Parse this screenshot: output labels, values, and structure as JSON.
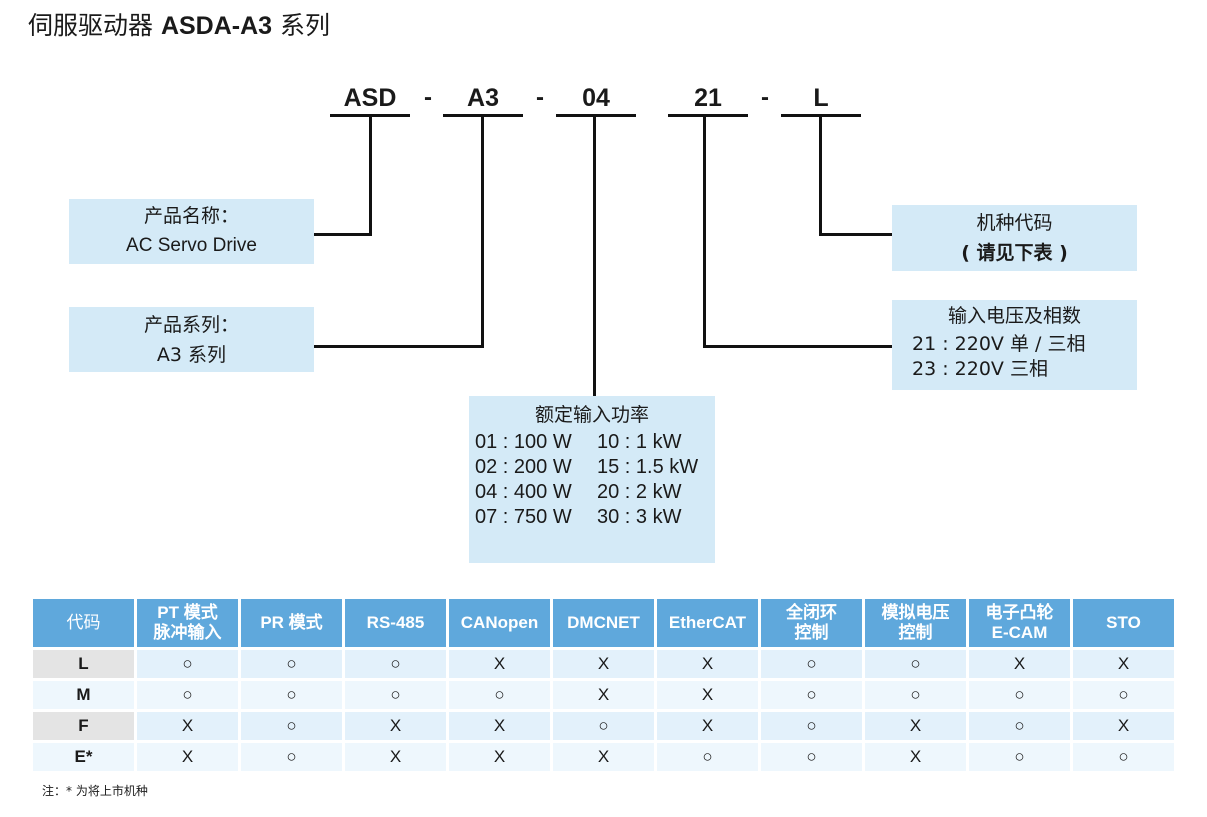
{
  "title": {
    "prefix": "伺服驱动器 ",
    "bold": "ASDA-A3",
    "suffix": " 系列"
  },
  "model_code": {
    "seg1": "ASD",
    "dash": "-",
    "seg2": "A3",
    "seg3": "04",
    "seg4": "21",
    "seg5": "L"
  },
  "product_name": {
    "line1": "产品名称：",
    "line2": "AC Servo Drive"
  },
  "product_series": {
    "line1": "产品系列：",
    "line2": "A3 系列"
  },
  "model_type": {
    "line1": "机种代码",
    "line2": "( 请见下表 )"
  },
  "voltage": {
    "line1": "输入电压及相数",
    "line2": "21 : 220V 单 / 三相",
    "line3": "23 : 220V 三相"
  },
  "rated_power": {
    "header": "额定输入功率",
    "rows": [
      [
        "01 : 100 W",
        "10 : 1 kW"
      ],
      [
        "02 : 200 W",
        "15 : 1.5 kW"
      ],
      [
        "04 : 400 W",
        "20 : 2 kW"
      ],
      [
        "07 : 750 W",
        "30 : 3 kW"
      ]
    ]
  },
  "feature_table": {
    "headers": [
      [
        "代码"
      ],
      [
        "PT 模式",
        "脉冲输入"
      ],
      [
        "PR 模式"
      ],
      [
        "RS-485"
      ],
      [
        "CANopen"
      ],
      [
        "DMCNET"
      ],
      [
        "EtherCAT"
      ],
      [
        "全闭环",
        "控制"
      ],
      [
        "模拟电压",
        "控制"
      ],
      [
        "电子凸轮",
        "E-CAM"
      ],
      [
        "STO"
      ]
    ],
    "rows": [
      [
        "L",
        "○",
        "○",
        "○",
        "X",
        "X",
        "X",
        "○",
        "○",
        "X",
        "X"
      ],
      [
        "M",
        "○",
        "○",
        "○",
        "○",
        "X",
        "X",
        "○",
        "○",
        "○",
        "○"
      ],
      [
        "F",
        "X",
        "○",
        "X",
        "X",
        "○",
        "X",
        "○",
        "X",
        "○",
        "X"
      ],
      [
        "E*",
        "X",
        "○",
        "X",
        "X",
        "X",
        "○",
        "○",
        "X",
        "○",
        "○"
      ]
    ]
  },
  "note": "注：* 为将上市机种"
}
